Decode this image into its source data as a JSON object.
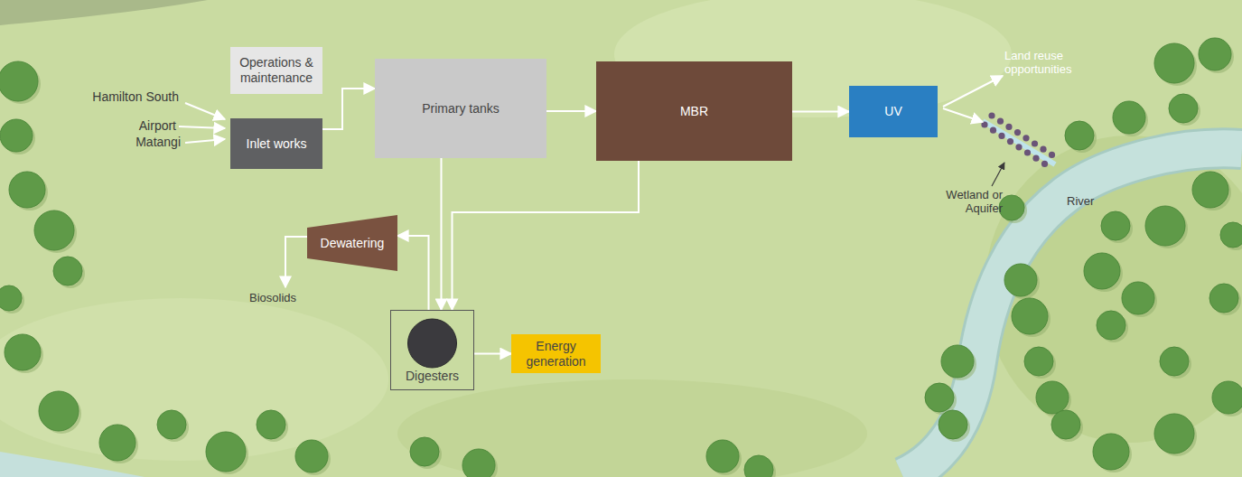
{
  "diagram": {
    "nodes": [
      {
        "text": [
          "Operations & maintenance"
        ]
      },
      {
        "text": [
          "Inlet works"
        ]
      },
      {
        "text": [
          "Primary tanks"
        ]
      },
      {
        "text": [
          "MBR"
        ]
      },
      {
        "text": [
          "UV"
        ]
      },
      {
        "text": [
          "Dewatering"
        ]
      },
      {
        "text": [
          "Digesters"
        ]
      },
      {
        "text": [
          "Energy generation"
        ]
      }
    ],
    "edges": [
      {
        "from": 1,
        "to": 2,
        "arrow": "to"
      },
      {
        "from": 2,
        "to": 3,
        "arrow": "to"
      },
      {
        "from": 3,
        "to": 4,
        "arrow": "to"
      },
      {
        "from": 2,
        "to": 6,
        "arrow": "to"
      },
      {
        "from": 3,
        "to": 6,
        "arrow": "to"
      },
      {
        "from": 6,
        "to": 5,
        "arrow": "to"
      },
      {
        "from": 6,
        "to": 7,
        "arrow": "to"
      }
    ],
    "labels": [
      "Hamilton South",
      "Airport",
      "Matangi",
      "Biosolids",
      "Land reuse opportunities",
      "Wetland or Aquifer",
      "River"
    ]
  }
}
